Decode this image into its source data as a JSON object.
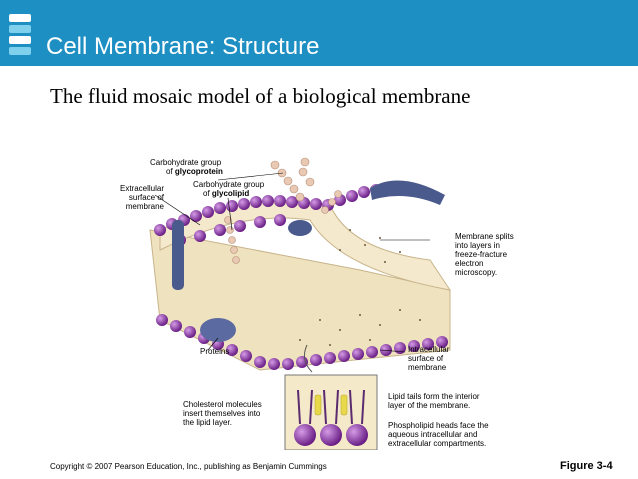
{
  "slide": {
    "title": "Cell Membrane: Structure",
    "subtitle": "The fluid mosaic model of a biological membrane",
    "footer_copyright": "Copyright © 2007 Pearson Education, Inc., publishing as Benjamin Cummings",
    "figure_label": "Figure 3-4"
  },
  "labels": {
    "glycoprotein_1": "Carbohydrate group",
    "glycoprotein_2": "of glycoprotein",
    "glycolipid_1": "Carbohydrate group",
    "glycolipid_2": "of glycolipid",
    "extracellular_1": "Extracellular",
    "extracellular_2": "surface of",
    "extracellular_3": "membrane",
    "split_1": "Membrane splits",
    "split_2": "into layers in",
    "split_3": "freeze-fracture",
    "split_4": "electron",
    "split_5": "microscopy.",
    "proteins": "Proteins",
    "intracellular_1": "Intracellular",
    "intracellular_2": "surface of",
    "intracellular_3": "membrane",
    "cholesterol_1": "Cholesterol molecules",
    "cholesterol_2": "insert themselves into",
    "cholesterol_3": "the lipid layer.",
    "tails_1": "Lipid tails form the interior",
    "tails_2": "layer of the membrane.",
    "heads_1": "Phospholipid heads face the",
    "heads_2": "aqueous intracellular and",
    "heads_3": "extracellular compartments."
  },
  "colors": {
    "header": "#1e8fc2",
    "phospholipid_head": "#8e3fa8",
    "protein": "#4b5a8c",
    "membrane_interior": "#f1e4c2",
    "carbohydrate": "#e9c9b4"
  }
}
